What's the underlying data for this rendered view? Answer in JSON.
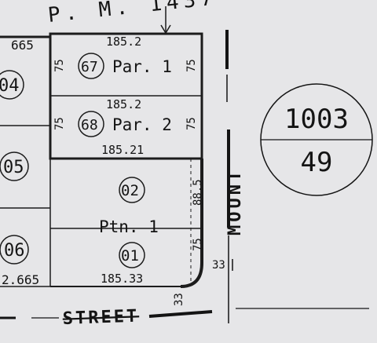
{
  "map": {
    "header_text": "P. M. 1437",
    "street_label": "STREET",
    "vertical_street_label": "MOUNT",
    "book_page": {
      "book": "1003",
      "page": "49"
    },
    "lots_left": {
      "top_dim": "665",
      "lot_04": "04",
      "lot_05": "05",
      "lot_06": "06",
      "bottom_dim": "2.665"
    },
    "parcels": [
      {
        "id": "par1",
        "number": "67",
        "label": "Par. 1",
        "top_dim": "185.2",
        "left_dim": "75",
        "right_dim": "75"
      },
      {
        "id": "par2",
        "number": "68",
        "label": "Par. 2",
        "top_dim": "185.2",
        "left_dim": "75",
        "right_dim": "75",
        "bottom_dim": "185.21"
      }
    ],
    "ptn": {
      "label": "Ptn. 1",
      "lot_02": "02",
      "lot_01": "01",
      "right_dim_upper": "88.5",
      "right_dim_lower": "75",
      "bottom_dim": "185.33",
      "corner_dim_right": "33",
      "corner_dim_bottom": "33"
    }
  }
}
